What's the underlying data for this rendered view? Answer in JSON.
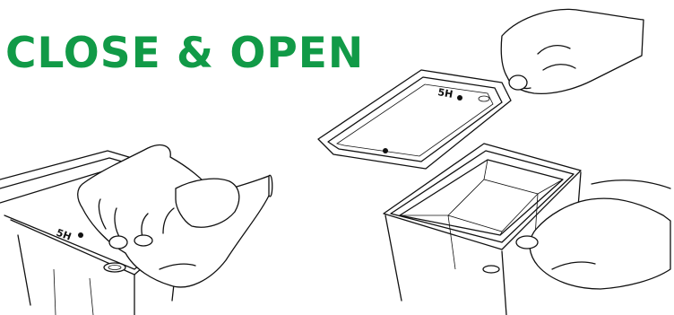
{
  "heading": {
    "text": "CLOSE & OPEN",
    "color": "#119a47"
  },
  "illustrations": {
    "left": {
      "icon": "closing-container-hands-illustration"
    },
    "right": {
      "icon": "opening-container-lid-illustration"
    }
  }
}
